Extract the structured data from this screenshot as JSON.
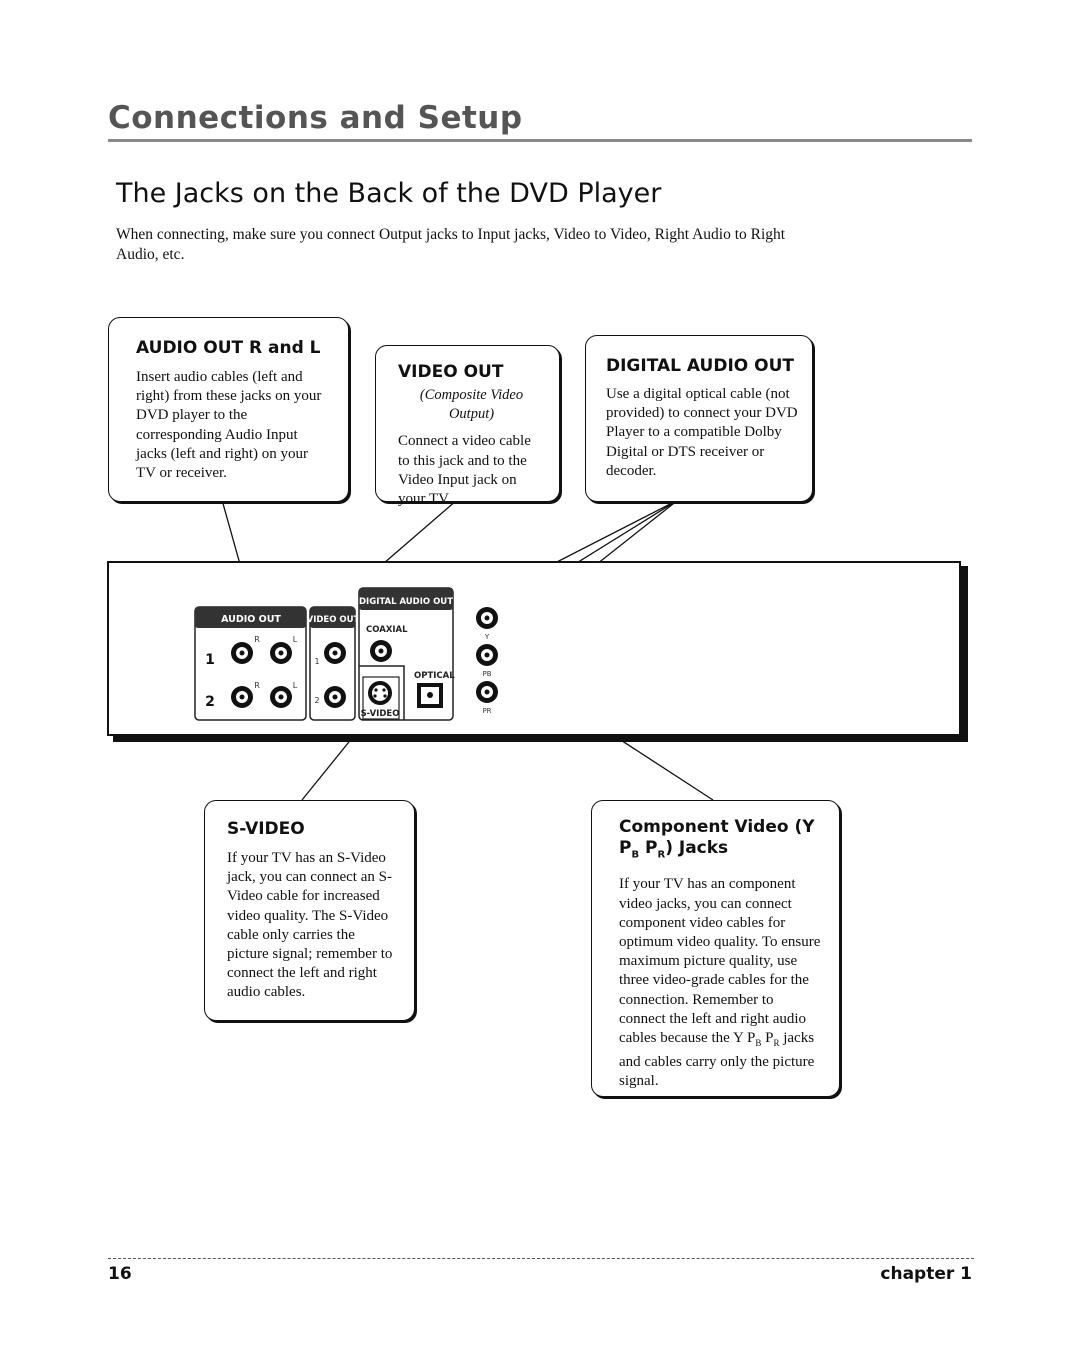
{
  "header": {
    "section_title": "Connections and Setup",
    "page_title": "The Jacks on the Back of the DVD Player",
    "intro": "When connecting, make sure you connect Output jacks to Input jacks, Video to Video, Right Audio to Right Audio, etc."
  },
  "callouts": {
    "audio_out": {
      "title": "AUDIO OUT R and L",
      "body": "Insert audio cables (left and right) from these jacks on your DVD player to the corresponding Audio Input jacks (left and right) on your TV or receiver."
    },
    "video_out": {
      "title": "VIDEO OUT",
      "subtitle": "(Composite Video Output)",
      "body": "Connect a video cable to this jack and to the Video Input jack on your TV."
    },
    "digital_audio_out": {
      "title": "DIGITAL AUDIO OUT",
      "body": "Use a digital optical cable (not provided) to connect your DVD Player to a compatible Dolby Digital or DTS receiver or decoder."
    },
    "s_video": {
      "title": "S-VIDEO",
      "body": "If your TV has an S-Video jack, you can connect an S-Video cable for increased video quality. The S-Video cable only carries the picture signal; remember to connect the left and right audio cables."
    },
    "component": {
      "title_1": "Component Video (Y",
      "title_p1": "P",
      "title_b": "B",
      "title_p2": "P",
      "title_r": "R",
      "title_2": ") Jacks",
      "body_1": "If your TV has an component video jacks, you can connect component video cables for optimum video quality. To ensure maximum picture quality, use three video-grade cables for the connection. Remember to connect the left and right audio cables because the Y P",
      "body_b": "B",
      "body_mid": " P",
      "body_r": "R",
      "body_2": " jacks and cables carry only the picture signal."
    }
  },
  "panel": {
    "audio_out_label": "AUDIO OUT",
    "video_out_label": "VIDEO OUT",
    "digital_audio_out_label": "DIGITAL AUDIO OUT",
    "coaxial_label": "COAXIAL",
    "optical_label": "OPTICAL",
    "s_video_label": "S-VIDEO",
    "r_label": "R",
    "l_label": "L",
    "row1": "1",
    "row2": "2",
    "y_label": "Y",
    "pb_label": "PB",
    "pr_label": "PR"
  },
  "footer": {
    "page_number": "16",
    "chapter": "chapter 1"
  }
}
